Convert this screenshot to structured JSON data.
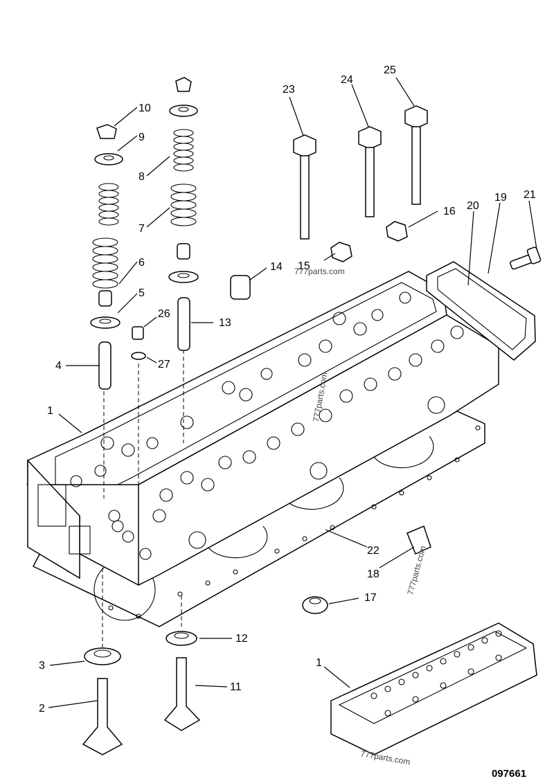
{
  "diagram": {
    "drawing_number": "097661",
    "watermark": "777parts.com",
    "callouts": [
      "1",
      "2",
      "3",
      "4",
      "5",
      "6",
      "7",
      "8",
      "9",
      "10",
      "11",
      "12",
      "13",
      "14",
      "15",
      "16",
      "17",
      "18",
      "19",
      "20",
      "21",
      "22",
      "23",
      "24",
      "25",
      "26",
      "27",
      "1"
    ]
  }
}
